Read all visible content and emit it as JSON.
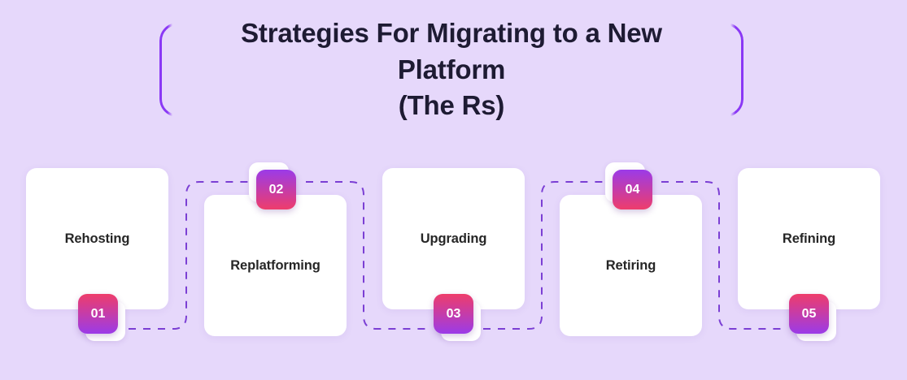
{
  "background_color": "#E6D8FB",
  "header": {
    "title_line_1": "Strategies For Migrating to a New Platform",
    "title_line_2": "(The Rs)",
    "title_color": "#1E1B33",
    "bracket_color": "#8A38F5"
  },
  "flow": {
    "connector_color": "#7B3FD4",
    "connector_style": "dashed",
    "badge_gradient_start": "#EE3D6B",
    "badge_gradient_end": "#9B3BE8",
    "card_background": "#FFFFFF",
    "card_text_color": "#262626",
    "steps": [
      {
        "number": "01",
        "label": "Rehosting",
        "badge_position": "bottom",
        "card_position": "raised"
      },
      {
        "number": "02",
        "label": "Replatforming",
        "badge_position": "top",
        "card_position": "lowered"
      },
      {
        "number": "03",
        "label": "Upgrading",
        "badge_position": "bottom",
        "card_position": "raised"
      },
      {
        "number": "04",
        "label": "Retiring",
        "badge_position": "top",
        "card_position": "lowered"
      },
      {
        "number": "05",
        "label": "Refining",
        "badge_position": "bottom",
        "card_position": "raised"
      }
    ]
  }
}
